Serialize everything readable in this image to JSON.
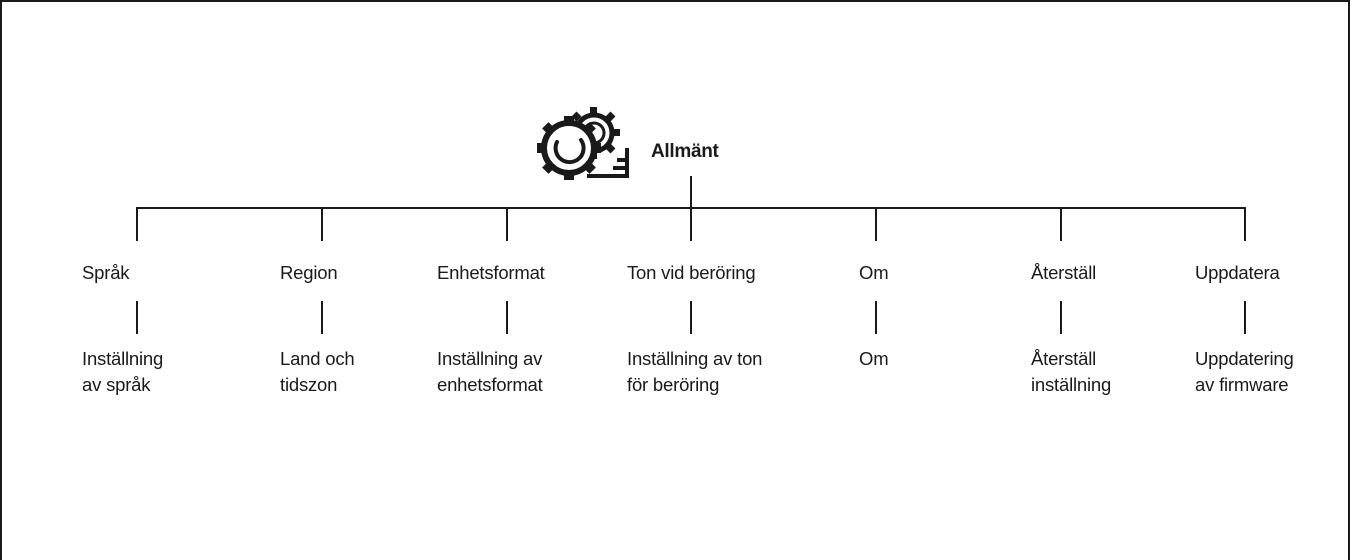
{
  "root": {
    "label": "Allmänt",
    "icon": "settings-gears-icon"
  },
  "branches": [
    {
      "label": "Språk",
      "description": [
        "Inställning",
        "av språk"
      ]
    },
    {
      "label": "Region",
      "description": [
        "Land och",
        "tidszon"
      ]
    },
    {
      "label": "Enhetsformat",
      "description": [
        "Inställning av",
        "enhetsformat"
      ]
    },
    {
      "label": "Ton vid beröring",
      "description": [
        "Inställning av ton",
        "för beröring"
      ]
    },
    {
      "label": "Om",
      "description": [
        "Om"
      ]
    },
    {
      "label": "Återställ",
      "description": [
        "Återställ",
        "inställning"
      ]
    },
    {
      "label": "Uppdatera",
      "description": [
        "Uppdatering",
        "av firmware"
      ]
    }
  ],
  "colors": {
    "line": "#1a1a1a",
    "text": "#1a1a1a",
    "background": "#ffffff"
  }
}
